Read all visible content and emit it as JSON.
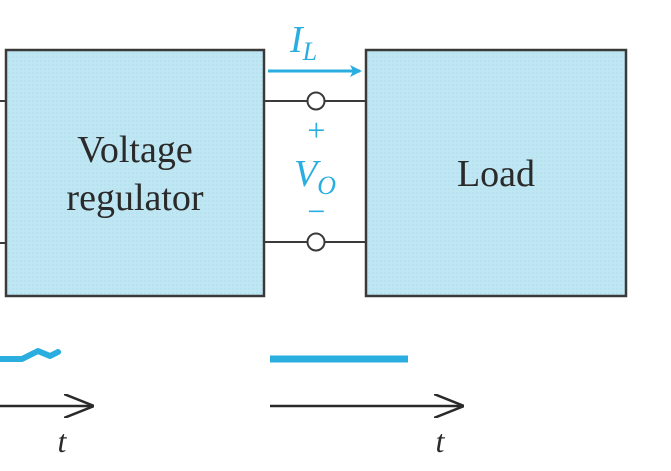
{
  "colors": {
    "block_fill": "#bfe6f3",
    "block_stroke": "#3a3a3a",
    "accent": "#2aaee0",
    "wire": "#3a3a3a",
    "text": "#2a2a2a"
  },
  "blocks": {
    "regulator": {
      "line1": "Voltage",
      "line2": "regulator"
    },
    "load": {
      "label": "Load"
    }
  },
  "current": {
    "symbol": "I",
    "subscript": "L"
  },
  "output_voltage": {
    "plus": "+",
    "symbol": "V",
    "subscript": "O",
    "minus": "−"
  },
  "waveforms": {
    "input_axis_label": "t",
    "output_axis_label": "t"
  }
}
